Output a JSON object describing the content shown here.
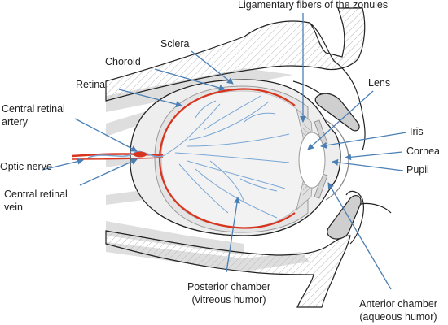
{
  "labels": {
    "zonules": "Ligamentary fibers of the zonules",
    "sclera": "Sclera",
    "choroid": "Choroid",
    "lens": "Lens",
    "retina": "Retina",
    "central_artery_1": "Central retinal",
    "central_artery_2": "artery",
    "iris": "Iris",
    "cornea": "Cornea",
    "optic_nerve": "Optic nerve",
    "pupil": "Pupil",
    "central_vein_1": "Central retinal",
    "central_vein_2": "vein",
    "posterior_1": "Posterior chamber",
    "posterior_2": "(vitreous humor)",
    "anterior_1": "Anterior chamber",
    "anterior_2": "(aqueous humor)"
  },
  "colors": {
    "arrow": "#4a7fb5",
    "vessel_red": "#d8341e",
    "vessel_blue": "#7aa7d6",
    "tissue_gray": "#d9d9d9",
    "outline": "#222222"
  }
}
